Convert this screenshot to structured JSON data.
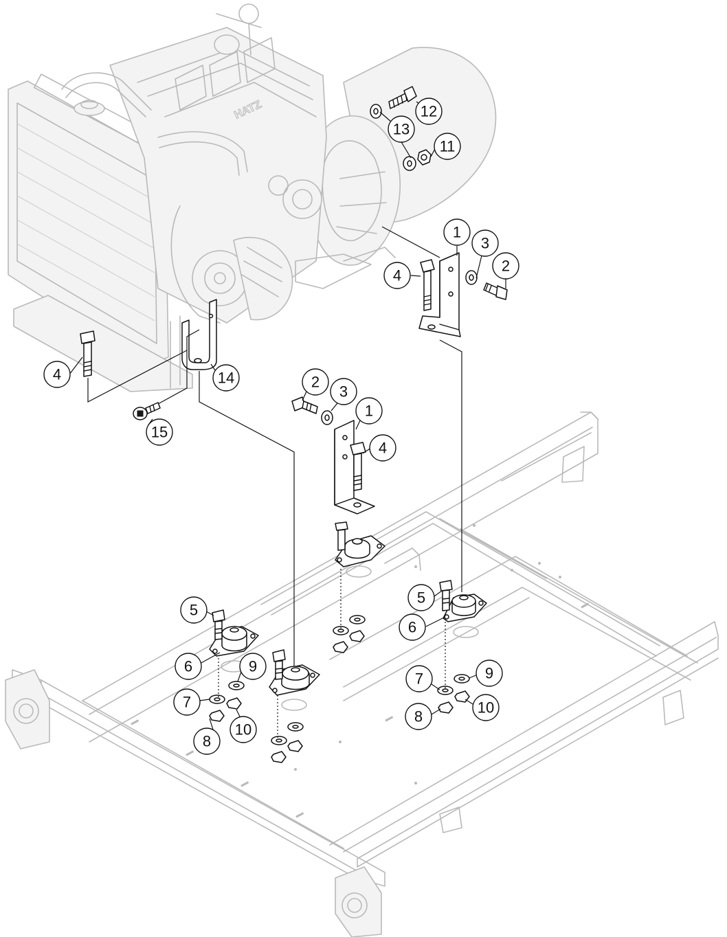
{
  "callouts": [
    {
      "id": "c12",
      "label": "12"
    },
    {
      "id": "c13",
      "label": "13"
    },
    {
      "id": "c11",
      "label": "11"
    },
    {
      "id": "c1a",
      "label": "1"
    },
    {
      "id": "c3a",
      "label": "3"
    },
    {
      "id": "c2a",
      "label": "2"
    },
    {
      "id": "c4a",
      "label": "4"
    },
    {
      "id": "c4b",
      "label": "4"
    },
    {
      "id": "c14",
      "label": "14"
    },
    {
      "id": "c15",
      "label": "15"
    },
    {
      "id": "c2b",
      "label": "2"
    },
    {
      "id": "c3b",
      "label": "3"
    },
    {
      "id": "c1b",
      "label": "1"
    },
    {
      "id": "c4c",
      "label": "4"
    },
    {
      "id": "c5a",
      "label": "5"
    },
    {
      "id": "c6a",
      "label": "6"
    },
    {
      "id": "c9a",
      "label": "9"
    },
    {
      "id": "c7a",
      "label": "7"
    },
    {
      "id": "c10a",
      "label": "10"
    },
    {
      "id": "c8a",
      "label": "8"
    },
    {
      "id": "c5b",
      "label": "5"
    },
    {
      "id": "c6b",
      "label": "6"
    },
    {
      "id": "c7b",
      "label": "7"
    },
    {
      "id": "c9b",
      "label": "9"
    },
    {
      "id": "c10b",
      "label": "10"
    },
    {
      "id": "c8b",
      "label": "8"
    }
  ],
  "engine_logo": "HATZ",
  "colors": {
    "ghost": "#b9b9b9",
    "ink": "#111111",
    "background": "#ffffff"
  }
}
